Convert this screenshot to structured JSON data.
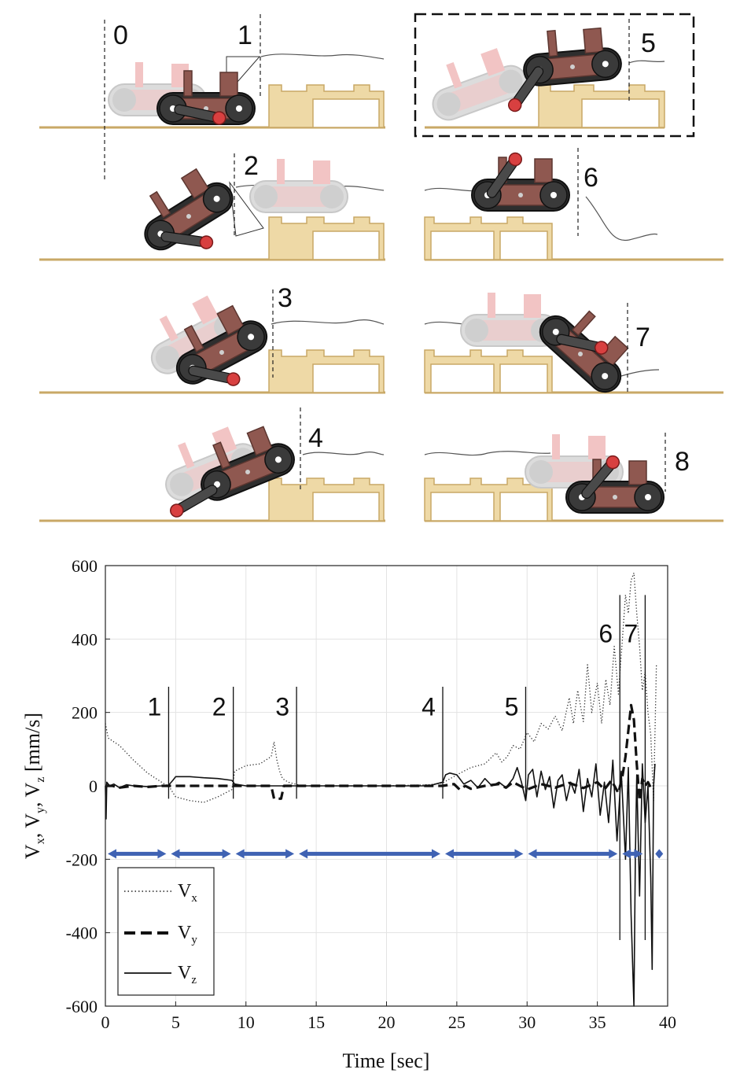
{
  "colors": {
    "platform": "#eed9a6",
    "platform_edge": "#c9a866",
    "robot_body": "#8f5850",
    "robot_body_dark": "#5c3630",
    "track": "#2e2e2e",
    "flipper_tip": "#d84040",
    "ghost": "#dcdcdc",
    "ghost_red": "#f2c4c4",
    "phase_arrow": "#3f62b3",
    "grid": "#e3e3e3"
  },
  "snapshots": [
    {
      "label": "0"
    },
    {
      "label": "1"
    },
    {
      "label": "2"
    },
    {
      "label": "3"
    },
    {
      "label": "4"
    },
    {
      "label": "5"
    },
    {
      "label": "6"
    },
    {
      "label": "7"
    },
    {
      "label": "8"
    }
  ],
  "chart_data": {
    "type": "line",
    "xlabel": "Time [sec]",
    "ylabel_parts": [
      "V",
      "x",
      ", V",
      "y",
      ", V",
      "z",
      " [mm/s]"
    ],
    "xlim": [
      0,
      40
    ],
    "ylim": [
      -600,
      600
    ],
    "xticks": [
      0,
      5,
      10,
      15,
      20,
      25,
      30,
      35,
      40
    ],
    "yticks": [
      -600,
      -400,
      -200,
      0,
      200,
      400,
      600
    ],
    "grid": true,
    "legend_position": "bottom-left",
    "phase_markers": [
      {
        "label": "1",
        "t": 4.5
      },
      {
        "label": "2",
        "t": 9.1
      },
      {
        "label": "3",
        "t": 13.6
      },
      {
        "label": "4",
        "t": 24.0
      },
      {
        "label": "5",
        "t": 29.9
      },
      {
        "label": "6",
        "t": 36.6
      },
      {
        "label": "7",
        "t": 38.4
      }
    ],
    "phase_arrow_y": -185,
    "phase_arrows": [
      [
        0,
        4.5
      ],
      [
        4.5,
        9.1
      ],
      [
        9.1,
        13.6
      ],
      [
        13.6,
        24.0
      ],
      [
        24.0,
        29.9
      ],
      [
        29.9,
        36.6
      ],
      [
        36.6,
        38.4
      ]
    ],
    "series": [
      {
        "name": "V_x",
        "name_main": "V",
        "name_sub": "x",
        "style": "dotted",
        "x": [
          0.0,
          0.2,
          1,
          2,
          3,
          4.2,
          4.5,
          5,
          6,
          7,
          8,
          9.0,
          9.2,
          10,
          11,
          11.8,
          12.0,
          12.2,
          12.4,
          12.6,
          13,
          13.5,
          14,
          20,
          23,
          24,
          25,
          26,
          27,
          27.8,
          28.2,
          28.6,
          29,
          29.5,
          30,
          30.5,
          31,
          31.5,
          32,
          32.5,
          33,
          33.3,
          33.6,
          34,
          34.3,
          34.6,
          35,
          35.3,
          35.6,
          35.9,
          36.2,
          36.5,
          36.8,
          37.0,
          37.2,
          37.4,
          37.6,
          37.8,
          38.0,
          38.2,
          38.4,
          38.6,
          38.8,
          39.0,
          39.2
        ],
        "y": [
          170,
          130,
          110,
          70,
          35,
          5,
          0,
          -30,
          -40,
          -45,
          -30,
          -10,
          40,
          55,
          60,
          80,
          120,
          70,
          40,
          20,
          10,
          5,
          0,
          0,
          3,
          8,
          30,
          50,
          60,
          90,
          65,
          80,
          110,
          100,
          145,
          120,
          170,
          155,
          190,
          150,
          240,
          170,
          260,
          175,
          330,
          200,
          280,
          170,
          290,
          220,
          380,
          250,
          410,
          520,
          470,
          560,
          580,
          470,
          380,
          260,
          310,
          200,
          140,
          -40,
          330
        ]
      },
      {
        "name": "V_y",
        "name_main": "V",
        "name_sub": "y",
        "style": "dashed",
        "x": [
          0.0,
          0.5,
          1,
          2,
          3,
          4,
          5,
          8,
          11.8,
          12.0,
          12.2,
          12.5,
          12.7,
          14,
          20,
          24,
          24.8,
          25.2,
          25.6,
          26,
          27,
          28,
          28.5,
          29,
          29.5,
          30,
          31,
          32,
          33,
          34,
          35,
          35.5,
          36,
          36.5,
          36.8,
          37.0,
          37.2,
          37.4,
          37.6,
          37.8,
          38.0,
          38.2,
          38.4,
          38.6,
          38.8,
          39.0
        ],
        "y": [
          0,
          0,
          -5,
          0,
          -3,
          0,
          0,
          0,
          0,
          -35,
          -35,
          -35,
          0,
          0,
          0,
          0,
          5,
          -10,
          0,
          -8,
          0,
          5,
          -5,
          10,
          0,
          -10,
          5,
          -5,
          8,
          -6,
          10,
          -10,
          15,
          -20,
          30,
          80,
          150,
          220,
          180,
          60,
          -40,
          20,
          0,
          10,
          -5,
          0
        ]
      },
      {
        "name": "V_z",
        "name_main": "V",
        "name_sub": "z",
        "style": "solid",
        "x": [
          0.0,
          0.05,
          0.1,
          0.3,
          0.6,
          1,
          1.5,
          2,
          3,
          4,
          4.5,
          4.8,
          5,
          6,
          7,
          8,
          9,
          9.2,
          10,
          12,
          14,
          20,
          23,
          24,
          24.2,
          24.5,
          25,
          25.5,
          26,
          26.5,
          27,
          27.5,
          28,
          28.5,
          29,
          29.3,
          29.6,
          29.9,
          30.1,
          30.4,
          30.7,
          31,
          31.3,
          31.6,
          31.9,
          32.2,
          32.5,
          32.8,
          33.1,
          33.4,
          33.7,
          34,
          34.3,
          34.6,
          34.9,
          35.2,
          35.5,
          35.8,
          36.1,
          36.4,
          36.7,
          37.0,
          37.2,
          37.4,
          37.6,
          37.7,
          37.8,
          38.0,
          38.2,
          38.4,
          38.6,
          38.8,
          38.9,
          39.0,
          39.1
        ],
        "y": [
          0,
          -90,
          10,
          0,
          5,
          -5,
          3,
          0,
          -2,
          0,
          2,
          15,
          25,
          25,
          22,
          20,
          15,
          5,
          0,
          0,
          0,
          0,
          0,
          10,
          30,
          35,
          30,
          5,
          15,
          -5,
          20,
          0,
          10,
          -5,
          20,
          50,
          10,
          -40,
          30,
          45,
          -30,
          40,
          -10,
          25,
          -60,
          15,
          30,
          -40,
          10,
          -20,
          45,
          -70,
          20,
          -30,
          60,
          -80,
          10,
          -100,
          70,
          -150,
          40,
          -200,
          50,
          -350,
          -600,
          -200,
          30,
          -300,
          60,
          -100,
          0,
          -250,
          -500,
          0,
          60
        ]
      }
    ]
  }
}
